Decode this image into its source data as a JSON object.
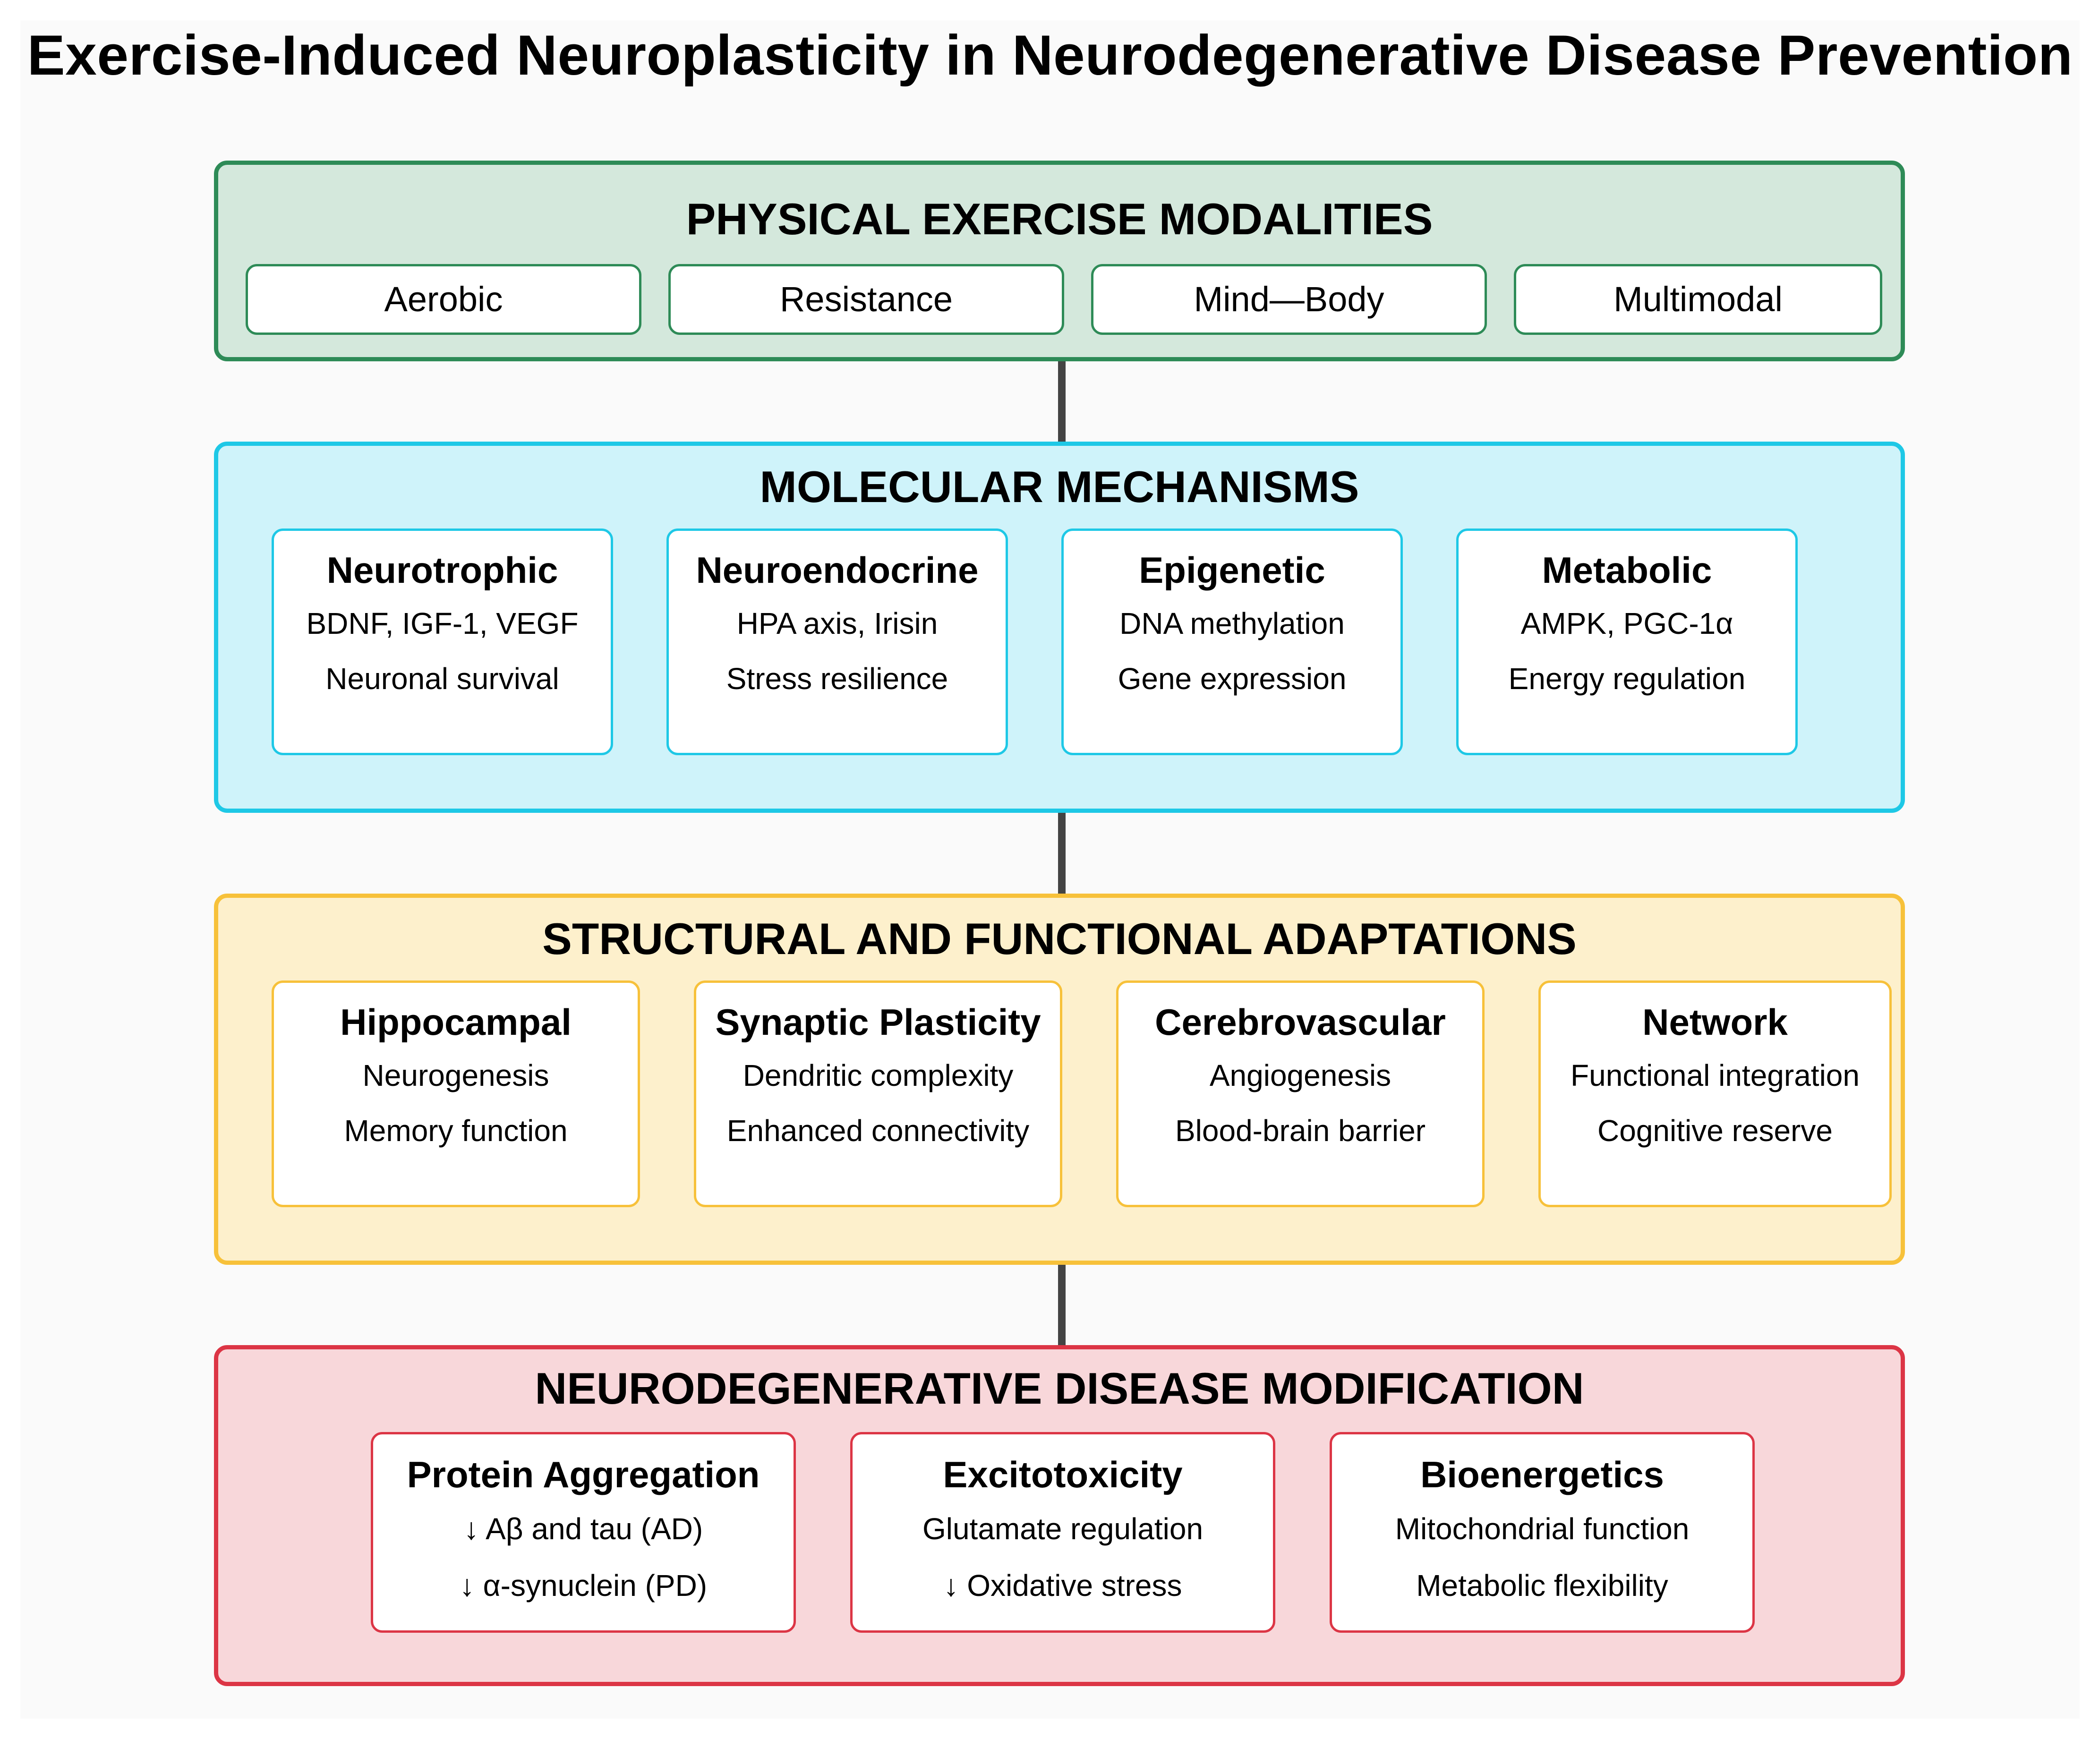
{
  "title": "Exercise-Induced Neuroplasticity in Neurodegenerative Disease Prevention",
  "colors": {
    "exercise_fill": "#d4e8dc",
    "exercise_border": "#2e8b57",
    "molecular_fill": "#cff3fa",
    "molecular_border": "#1ec8e6",
    "structural_fill": "#fdf0cc",
    "structural_border": "#f7c13a",
    "disease_fill": "#f8d7da",
    "disease_border": "#dc3545",
    "connector": "#444444"
  },
  "exercise": {
    "title": "PHYSICAL EXERCISE MODALITIES",
    "items": [
      "Aerobic",
      "Resistance",
      "Mind—Body",
      "Multimodal"
    ]
  },
  "molecular": {
    "title": "MOLECULAR MECHANISMS",
    "cards": [
      {
        "heading": "Neurotrophic",
        "line1": "BDNF, IGF-1, VEGF",
        "line2": "Neuronal survival"
      },
      {
        "heading": "Neuroendocrine",
        "line1": "HPA axis, Irisin",
        "line2": "Stress resilience"
      },
      {
        "heading": "Epigenetic",
        "line1": "DNA methylation",
        "line2": "Gene expression"
      },
      {
        "heading": "Metabolic",
        "line1": "AMPK, PGC-1α",
        "line2": "Energy regulation"
      }
    ]
  },
  "structural": {
    "title": "STRUCTURAL AND FUNCTIONAL ADAPTATIONS",
    "cards": [
      {
        "heading": "Hippocampal",
        "line1": "Neurogenesis",
        "line2": "Memory function"
      },
      {
        "heading": "Synaptic Plasticity",
        "line1": "Dendritic complexity",
        "line2": "Enhanced connectivity"
      },
      {
        "heading": "Cerebrovascular",
        "line1": "Angiogenesis",
        "line2": "Blood-brain barrier"
      },
      {
        "heading": "Network",
        "line1": "Functional integration",
        "line2": "Cognitive reserve"
      }
    ]
  },
  "disease": {
    "title": "NEURODEGENERATIVE DISEASE MODIFICATION",
    "cards": [
      {
        "heading": "Protein Aggregation",
        "line1": "↓ Aβ and tau (AD)",
        "line2": "↓ α-synuclein (PD)"
      },
      {
        "heading": "Excitotoxicity",
        "line1": "Glutamate regulation",
        "line2": "↓ Oxidative stress"
      },
      {
        "heading": "Bioenergetics",
        "line1": "Mitochondrial function",
        "line2": "Metabolic flexibility"
      }
    ]
  }
}
